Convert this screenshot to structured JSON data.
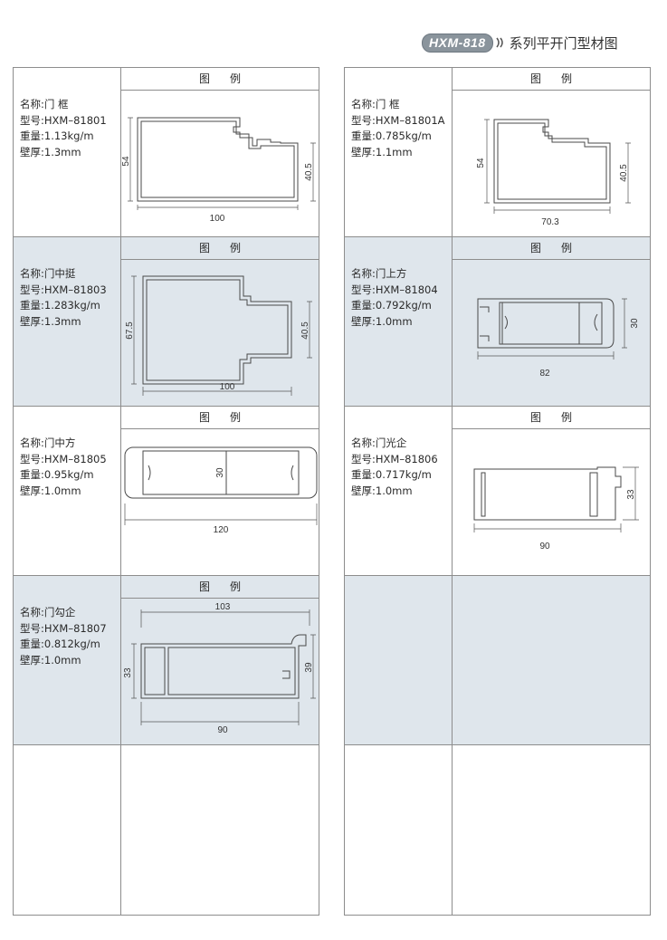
{
  "header": {
    "series": "HXM-818",
    "title": "系列平开门型材图"
  },
  "labels": {
    "fig": "图例",
    "name": "名称:",
    "model": "型号:",
    "weight": "重量:",
    "thickness": "壁厚:"
  },
  "profiles": [
    {
      "name": "门 框",
      "model": "HXM–81801",
      "weight": "1.13kg/m",
      "thickness": "1.3mm",
      "dims": {
        "width": "100",
        "height": "54",
        "inner": "40.5"
      }
    },
    {
      "name": "门 框",
      "model": "HXM–81801A",
      "weight": "0.785kg/m",
      "thickness": "1.1mm",
      "dims": {
        "width": "70.3",
        "height": "54",
        "inner": "40.5"
      }
    },
    {
      "name": "门中挺",
      "model": "HXM–81803",
      "weight": "1.283kg/m",
      "thickness": "1.3mm",
      "dims": {
        "width": "100",
        "height": "67.5",
        "inner": "40.5"
      }
    },
    {
      "name": "门上方",
      "model": "HXM–81804",
      "weight": "0.792kg/m",
      "thickness": "1.0mm",
      "dims": {
        "width": "82",
        "height": "30"
      }
    },
    {
      "name": "门中方",
      "model": "HXM–81805",
      "weight": "0.95kg/m",
      "thickness": "1.0mm",
      "dims": {
        "width": "120",
        "height": "30"
      }
    },
    {
      "name": "门光企",
      "model": "HXM–81806",
      "weight": "0.717kg/m",
      "thickness": "1.0mm",
      "dims": {
        "width": "90",
        "height": "33"
      }
    },
    {
      "name": "门勾企",
      "model": "HXM–81807",
      "weight": "0.812kg/m",
      "thickness": "1.0mm",
      "dims": {
        "top": "103",
        "width": "90",
        "height": "33",
        "right": "39"
      }
    }
  ]
}
